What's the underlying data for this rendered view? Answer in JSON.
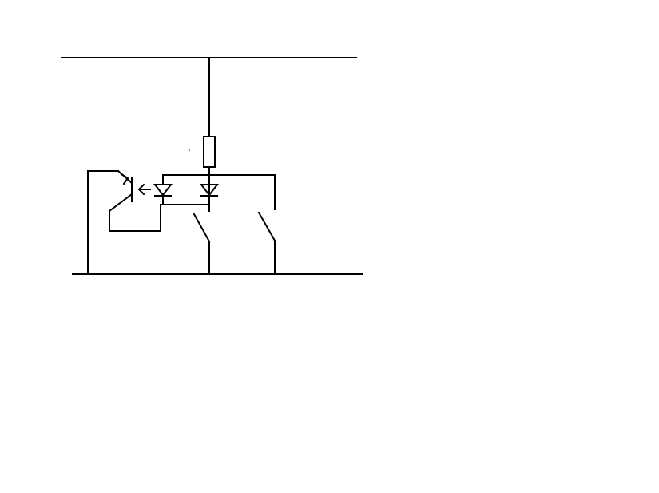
{
  "canvas": {
    "background": "#ffffff"
  },
  "colors": {
    "ink": "#000000",
    "background": "#ffffff"
  },
  "diagram": {
    "type": "hand-drawn circuit schematic",
    "components": [
      {
        "id": "top-rail",
        "kind": "bus-line"
      },
      {
        "id": "bottom-rail",
        "kind": "bus-line"
      },
      {
        "id": "resistor",
        "kind": "resistor-icon"
      },
      {
        "id": "diode-right",
        "kind": "diode-icon"
      },
      {
        "id": "diode-optocoupler-led",
        "kind": "diode-icon"
      },
      {
        "id": "optocoupler-light-arrow",
        "kind": "light-arrow-icon"
      },
      {
        "id": "phototransistor",
        "kind": "phototransistor-icon"
      },
      {
        "id": "switch-left",
        "kind": "switch-icon"
      },
      {
        "id": "switch-right",
        "kind": "switch-icon"
      }
    ]
  }
}
